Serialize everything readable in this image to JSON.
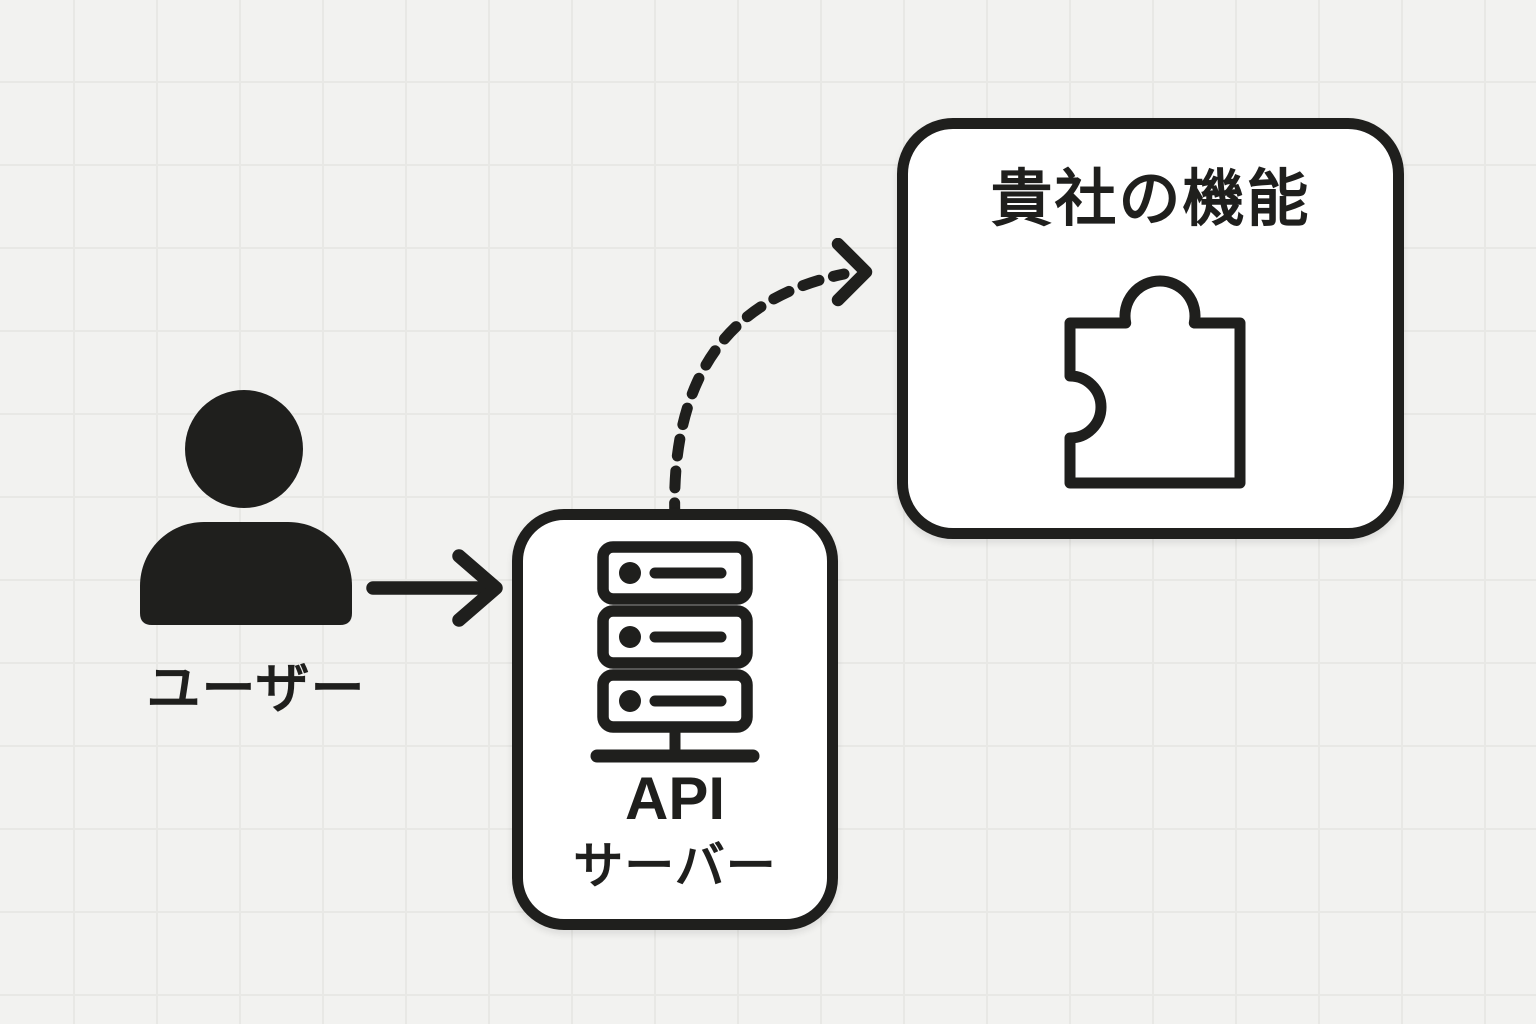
{
  "palette": {
    "ink": "#1f1f1d",
    "background": "#f2f2f0",
    "grid_line": "#e8e8e5",
    "node_fill": "#ffffff"
  },
  "nodes": {
    "user": {
      "label": "ユーザー",
      "icon": "person-icon"
    },
    "api_server": {
      "label_line1": "API",
      "label_line2": "サーバー",
      "icon": "server-icon"
    },
    "company_feature": {
      "title": "貴社の機能",
      "icon": "puzzle-icon"
    }
  },
  "connections": [
    {
      "from": "user",
      "to": "api_server",
      "style": "solid",
      "shape": "straight-right-arrow"
    },
    {
      "from": "api_server",
      "to": "company_feature",
      "style": "dashed",
      "shape": "curved-up-right-arrow"
    }
  ]
}
